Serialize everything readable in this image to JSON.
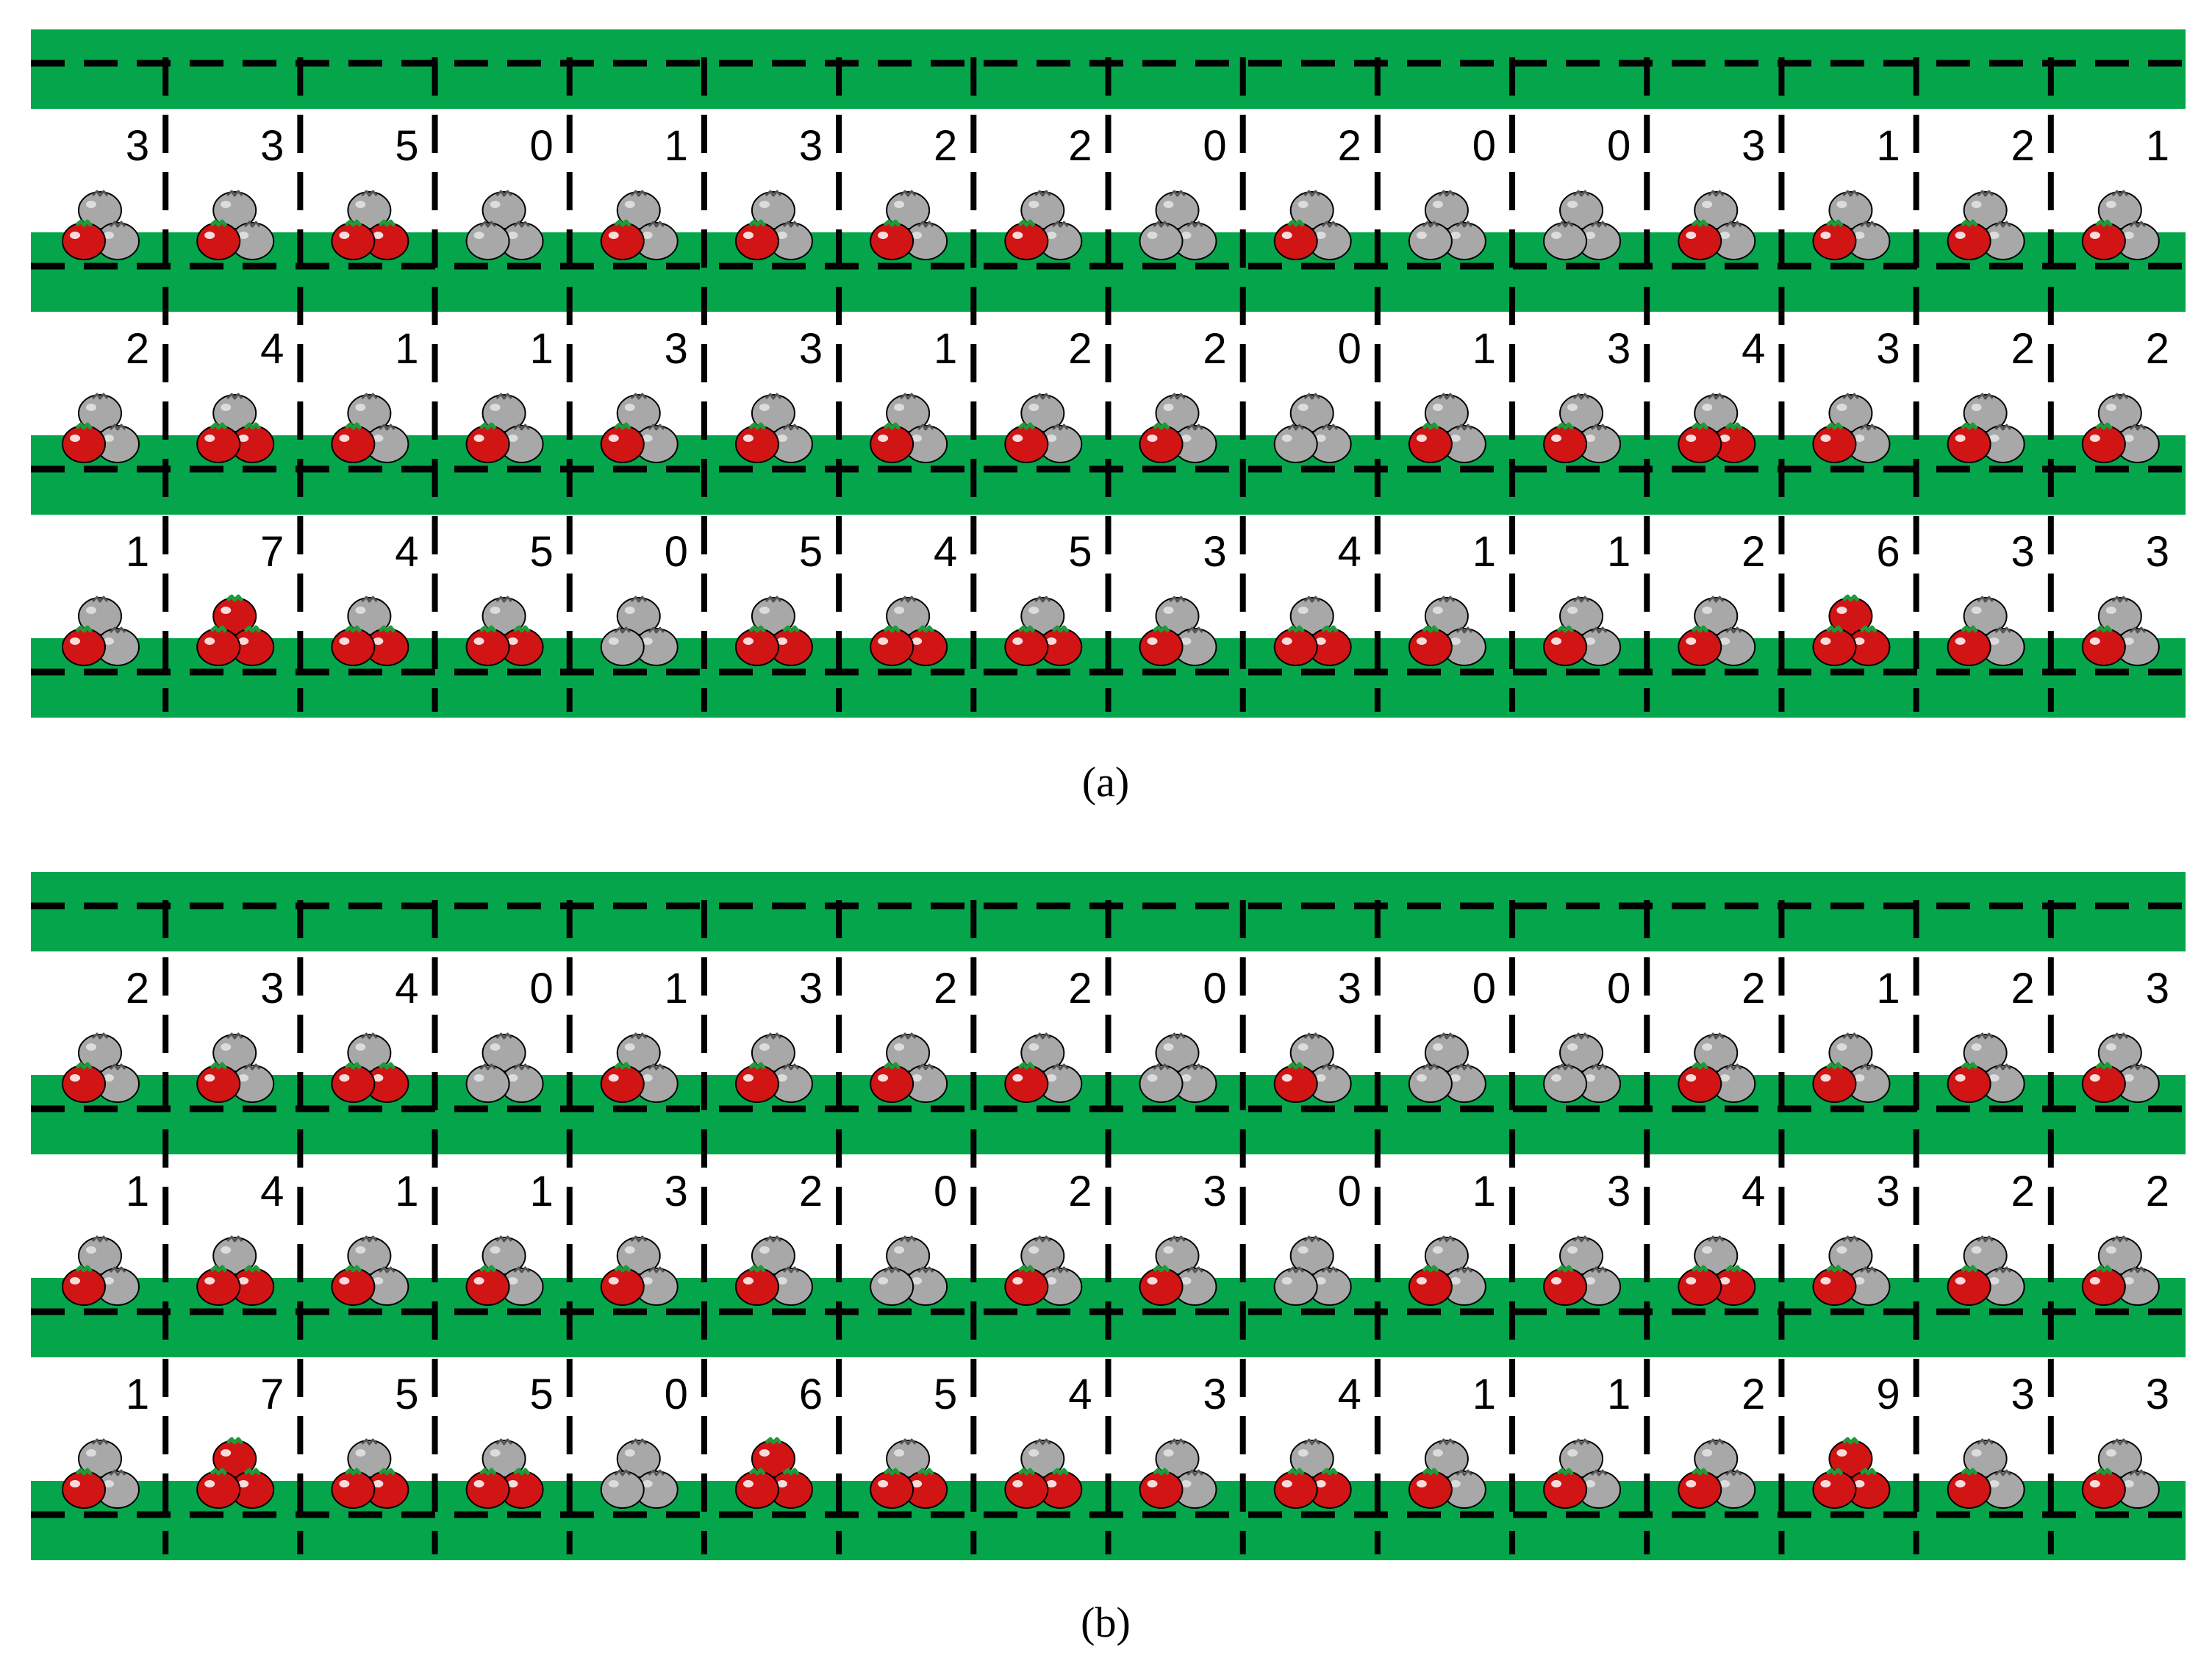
{
  "colors": {
    "field_band": "#05a64b",
    "dash": "#000000",
    "ripe_tomato": "#d11414",
    "unripe_tomato": "#a8a8a8",
    "leaf": "#1c9c3a",
    "background": "#ffffff"
  },
  "icon": "tomato-cluster-icon",
  "panels": [
    {
      "caption": "(a)",
      "rows": [
        [
          3,
          3,
          5,
          0,
          1,
          3,
          2,
          2,
          0,
          2,
          0,
          0,
          3,
          1,
          2,
          1
        ],
        [
          2,
          4,
          1,
          1,
          3,
          3,
          1,
          2,
          2,
          0,
          1,
          3,
          4,
          3,
          2,
          2
        ],
        [
          1,
          7,
          4,
          5,
          0,
          5,
          4,
          5,
          3,
          4,
          1,
          1,
          2,
          6,
          3,
          3
        ]
      ]
    },
    {
      "caption": "(b)",
      "rows": [
        [
          2,
          3,
          4,
          0,
          1,
          3,
          2,
          2,
          0,
          3,
          0,
          0,
          2,
          1,
          2,
          3
        ],
        [
          1,
          4,
          1,
          1,
          3,
          2,
          0,
          2,
          3,
          0,
          1,
          3,
          4,
          3,
          2,
          2
        ],
        [
          1,
          7,
          5,
          5,
          0,
          6,
          5,
          4,
          3,
          4,
          1,
          1,
          2,
          9,
          3,
          3
        ]
      ]
    }
  ]
}
